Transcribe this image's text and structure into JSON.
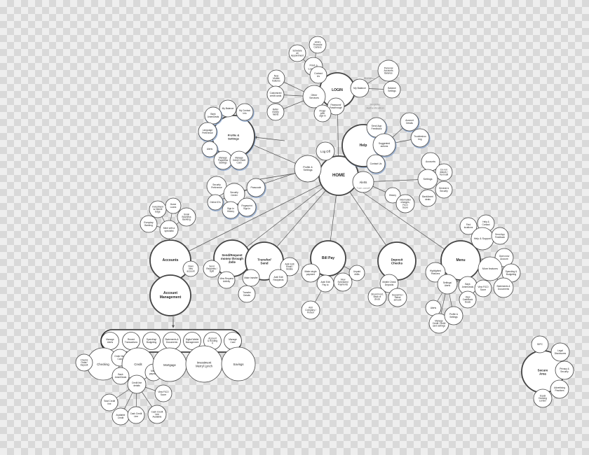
{
  "colors": {
    "node_fill": "#ffffff",
    "node_stroke": "#444444",
    "edge": "#555555",
    "blue_accent": "#8ea9cf",
    "capsule_stroke": "#222222"
  },
  "annotations": [
    {
      "id": "a_biom",
      "text": "Biometric"
    },
    {
      "id": "a_reg",
      "text": "Register Authentication"
    },
    {
      "id": "a_alerts",
      "text": "Turn on/off"
    }
  ],
  "nodes": [
    {
      "id": "home",
      "lines": [
        "HOME"
      ]
    },
    {
      "id": "login",
      "lines": [
        "LOGIN"
      ]
    },
    {
      "id": "find_loc",
      "lines": [
        "Find a",
        "Location"
      ]
    },
    {
      "id": "atms",
      "lines": [
        "ATM's",
        "Financial",
        "Centers"
      ]
    },
    {
      "id": "sched",
      "lines": [
        "Schedule",
        "an",
        "Appointment"
      ]
    },
    {
      "id": "contact_us_top",
      "lines": [
        "Contact",
        "Us"
      ]
    },
    {
      "id": "new_mobile",
      "lines": [
        "New",
        "Mobile",
        "features"
      ]
    },
    {
      "id": "other_services",
      "lines": [
        "Other",
        "Services"
      ]
    },
    {
      "id": "customized",
      "lines": [
        "Customized",
        "credit cards"
      ]
    },
    {
      "id": "better_money",
      "lines": [
        "Better",
        "money",
        "habits"
      ]
    },
    {
      "id": "my_balance_login",
      "lines": [
        "My Balance"
      ]
    },
    {
      "id": "pers_acct",
      "lines": [
        "Personal",
        "Accounts",
        "Balance"
      ]
    },
    {
      "id": "bal_settings",
      "lines": [
        "Balance",
        "Settings"
      ]
    },
    {
      "id": "password",
      "lines": [
        "Password/",
        "Passthrough"
      ]
    },
    {
      "id": "finger",
      "lines": [
        "Finger",
        "print",
        "sign-in"
      ]
    },
    {
      "id": "help",
      "lines": [
        "Help"
      ]
    },
    {
      "id": "send_feedback",
      "lines": [
        "Send App",
        "Feedback"
      ]
    },
    {
      "id": "acct_details_help",
      "lines": [
        "Account",
        "Details"
      ]
    },
    {
      "id": "suggested",
      "lines": [
        "Suggested",
        "actions"
      ]
    },
    {
      "id": "troubleshoot",
      "lines": [
        "Troubleshoo",
        "ting"
      ]
    },
    {
      "id": "contact_us_help",
      "lines": [
        "Contact Us"
      ]
    },
    {
      "id": "log_off",
      "lines": [
        "Log Off"
      ]
    },
    {
      "id": "profile_settings_home",
      "lines": [
        "Profile &",
        "Settings"
      ]
    },
    {
      "id": "profile_settings",
      "lines": [
        "Profile &",
        "Settings"
      ]
    },
    {
      "id": "my_balance_prof",
      "lines": [
        "My Balance"
      ]
    },
    {
      "id": "my_contact",
      "lines": [
        "My Contact",
        "Info"
      ]
    },
    {
      "id": "bank_amerideals",
      "lines": [
        "Bank",
        "AmeriDeals"
      ]
    },
    {
      "id": "language",
      "lines": [
        "Language",
        "Preference"
      ]
    },
    {
      "id": "alerts_prof",
      "lines": [
        "Alerts"
      ]
    },
    {
      "id": "manage_paperless",
      "lines": [
        "Manage",
        "Paperless",
        "Settings"
      ]
    },
    {
      "id": "manage_debit",
      "lines": [
        "Manage",
        "Debit/ Credit",
        "Card"
      ]
    },
    {
      "id": "security_pref",
      "lines": [
        "Security",
        "Preference"
      ]
    },
    {
      "id": "security_center",
      "lines": [
        "Security",
        "Center"
      ]
    },
    {
      "id": "passcode",
      "lines": [
        "Passcode"
      ]
    },
    {
      "id": "online_id",
      "lines": [
        "Online ID's"
      ]
    },
    {
      "id": "signin_history",
      "lines": [
        "Sign-In",
        "History"
      ]
    },
    {
      "id": "fingerprint_signin",
      "lines": [
        "Fingerprint",
        "Sign-in"
      ]
    },
    {
      "id": "alerts_home",
      "lines": [
        "Alerts"
      ]
    },
    {
      "id": "accounts_alerts",
      "lines": [
        "Accounts"
      ]
    },
    {
      "id": "do_not_disturb",
      "lines": [
        "Do not",
        "disturb /",
        "Text Edit"
      ]
    },
    {
      "id": "settings_alerts",
      "lines": [
        "Settings"
      ]
    },
    {
      "id": "general_security",
      "lines": [
        "General &",
        "Security"
      ]
    },
    {
      "id": "history",
      "lines": [
        "History"
      ]
    },
    {
      "id": "information",
      "lines": [
        "Information",
        "changes,",
        "FICO",
        "Score"
      ]
    },
    {
      "id": "bank_deals",
      "lines": [
        "BankAmeri",
        "deals"
      ]
    },
    {
      "id": "accounts",
      "lines": [
        "Accounts"
      ]
    },
    {
      "id": "invest_merrill",
      "lines": [
        "Investment",
        "w/ Merrill",
        "Edge"
      ]
    },
    {
      "id": "home_loans",
      "lines": [
        "Home",
        "Loans"
      ]
    },
    {
      "id": "small_business",
      "lines": [
        "Small",
        "Business",
        "Banking"
      ]
    },
    {
      "id": "everyday_banking",
      "lines": [
        "Everyday",
        "Banking"
      ]
    },
    {
      "id": "meet_specialist",
      "lines": [
        "Meet with a",
        "specialist"
      ]
    },
    {
      "id": "open_new_acct_left",
      "lines": [
        "Open",
        "new",
        "account"
      ]
    },
    {
      "id": "account_mgmt",
      "lines": [
        "Account",
        "Management"
      ]
    },
    {
      "id": "send_request",
      "lines": [
        "Send/Request",
        "money through",
        "Zelle"
      ]
    },
    {
      "id": "send_requests_split",
      "lines": [
        "Send",
        "Requests /",
        "Split"
      ]
    },
    {
      "id": "view_request",
      "lines": [
        "View Request",
        "Activity"
      ]
    },
    {
      "id": "transfer_send",
      "lines": [
        "Transfer/",
        "Send"
      ]
    },
    {
      "id": "make_transfer",
      "lines": [
        "Make transfer"
      ]
    },
    {
      "id": "add_edit_email",
      "lines": [
        "Add/ Edit",
        "Email /",
        "Mobile"
      ]
    },
    {
      "id": "add_edit_recip",
      "lines": [
        "Add/ Edit",
        "Recipients"
      ]
    },
    {
      "id": "transfer_details",
      "lines": [
        "Transfer",
        "Details"
      ]
    },
    {
      "id": "bill_pay",
      "lines": [
        "Bill Pay"
      ]
    },
    {
      "id": "make_single",
      "lines": [
        "Make single",
        "payment"
      ]
    },
    {
      "id": "add_edit_payto",
      "lines": [
        "Add/ Edit",
        "Pay to"
      ]
    },
    {
      "id": "view_sched",
      "lines": [
        "View",
        "Scheduled",
        "Payments"
      ]
    },
    {
      "id": "unpaid",
      "lines": [
        "Unpaid",
        "ebills"
      ]
    },
    {
      "id": "add_company",
      "lines": [
        "Add",
        "Company /",
        "Person"
      ]
    },
    {
      "id": "deposit_checks",
      "lines": [
        "Deposit",
        "Checks"
      ]
    },
    {
      "id": "mobile_check",
      "lines": [
        "Mobile Check",
        "Deposits"
      ]
    },
    {
      "id": "shoot_front",
      "lines": [
        "Shoot Front,",
        "Back of",
        "check"
      ]
    },
    {
      "id": "deposit_to",
      "lines": [
        "Deposit to /",
        "Select",
        "amount"
      ]
    },
    {
      "id": "menu",
      "lines": [
        "Menu"
      ]
    },
    {
      "id": "find_locations",
      "lines": [
        "Find",
        "locations"
      ]
    },
    {
      "id": "help_contact",
      "lines": [
        "Help &",
        "Contact"
      ]
    },
    {
      "id": "help_support",
      "lines": [
        "Help & Support"
      ]
    },
    {
      "id": "send_app_fb_menu",
      "lines": [
        "Send App",
        "Feedback"
      ]
    },
    {
      "id": "open_new_acct_menu",
      "lines": [
        "Open new",
        "account"
      ]
    },
    {
      "id": "highlighted",
      "lines": [
        "Highlighted",
        "Features"
      ]
    },
    {
      "id": "more_features",
      "lines": [
        "More features"
      ]
    },
    {
      "id": "spending_budget_menu",
      "lines": [
        "Spending &",
        "Budgeting"
      ]
    },
    {
      "id": "settings_alerts_menu",
      "lines": [
        "Settings/",
        "Alerts"
      ]
    },
    {
      "id": "bank_amerideals_menu",
      "lines": [
        "Bank",
        "AmeriDeals"
      ]
    },
    {
      "id": "view_fico",
      "lines": [
        "View FICO",
        "Score"
      ]
    },
    {
      "id": "stmts_docs_menu",
      "lines": [
        "Statements &",
        "Documents"
      ]
    },
    {
      "id": "view_cashback",
      "lines": [
        "View",
        "CashBack",
        "Deals"
      ]
    },
    {
      "id": "alerts_menu",
      "lines": [
        "Alerts"
      ]
    },
    {
      "id": "manage_credit_debit",
      "lines": [
        "Manage",
        "Credit / Debit",
        "card settings"
      ]
    },
    {
      "id": "profile_settings_menu",
      "lines": [
        "Profile &",
        "Settings"
      ]
    },
    {
      "id": "checking",
      "lines": [
        "Checking"
      ]
    },
    {
      "id": "check_order",
      "lines": [
        "Checks",
        "Order/",
        "Deposit"
      ]
    },
    {
      "id": "order_new_card",
      "lines": [
        "Order New",
        "Card"
      ]
    },
    {
      "id": "credit",
      "lines": [
        "Credit"
      ]
    },
    {
      "id": "bank_amerideals_cr",
      "lines": [
        "Bank",
        "AmeriDeals"
      ]
    },
    {
      "id": "make_payment",
      "lines": [
        "Make",
        "payment"
      ]
    },
    {
      "id": "credit_line",
      "lines": [
        "Credit line",
        "details"
      ]
    },
    {
      "id": "mortgage",
      "lines": [
        "Mortgage"
      ]
    },
    {
      "id": "investment",
      "lines": [
        "Investment",
        "Merryl Lynch"
      ]
    },
    {
      "id": "savings",
      "lines": [
        "Savings"
      ]
    },
    {
      "id": "view_fico_cr",
      "lines": [
        "View FICO",
        "Score"
      ]
    },
    {
      "id": "total_credit",
      "lines": [
        "Total Credit",
        "line"
      ]
    },
    {
      "id": "available_credit",
      "lines": [
        "Available",
        "Credit"
      ]
    },
    {
      "id": "cash_credit_line",
      "lines": [
        "Cash Credit",
        "Line"
      ]
    },
    {
      "id": "cash_credit_avail",
      "lines": [
        "Cash Credit",
        "Line",
        "Available"
      ]
    },
    {
      "id": "secure_area",
      "lines": [
        "Secure",
        "Area"
      ]
    },
    {
      "id": "sipc",
      "lines": [
        "SIPC"
      ]
    },
    {
      "id": "legal",
      "lines": [
        "Legal",
        "Disclosures"
      ]
    },
    {
      "id": "privacy",
      "lines": [
        "Privacy &",
        "Security"
      ]
    },
    {
      "id": "advertising",
      "lines": [
        "Advertising",
        "Practices"
      ]
    },
    {
      "id": "equal_housing",
      "lines": [
        "Equal",
        "Housing",
        "Lender"
      ]
    }
  ],
  "capsule_items": [
    {
      "id": "cap_manage_alerts",
      "lines": [
        "Manage",
        "Alerts"
      ]
    },
    {
      "id": "cap_recent",
      "lines": [
        "Recent",
        "Transactions"
      ]
    },
    {
      "id": "cap_spending",
      "lines": [
        "Spending/",
        "Budgeting"
      ]
    },
    {
      "id": "cap_statements",
      "lines": [
        "Statements &",
        "Documents"
      ]
    },
    {
      "id": "cap_digital_wallet",
      "lines": [
        "Digital Wallet",
        "Management"
      ]
    },
    {
      "id": "cap_acct_routing",
      "lines": [
        "Account",
        "& Routing",
        "#"
      ]
    },
    {
      "id": "cap_manage_card",
      "lines": [
        "Manage",
        "Card"
      ]
    }
  ]
}
